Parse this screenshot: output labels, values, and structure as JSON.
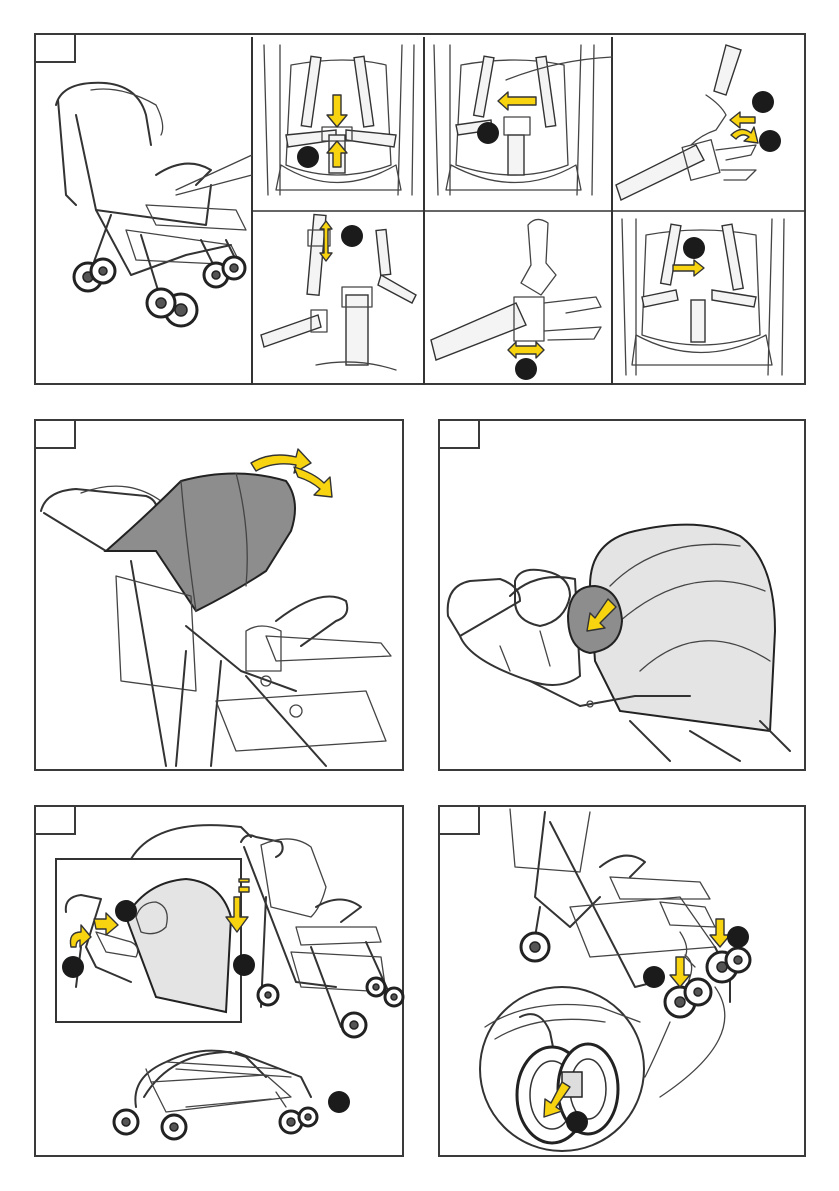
{
  "page": {
    "panels": [
      {
        "id": "harness",
        "step_label": "",
        "description": "harness-adjustment"
      },
      {
        "id": "canopy",
        "step_label": "",
        "description": "canopy-adjust"
      },
      {
        "id": "handle",
        "step_label": "",
        "description": "handle-detail"
      },
      {
        "id": "fold",
        "step_label": "",
        "description": "folding"
      },
      {
        "id": "wheels",
        "step_label": "",
        "description": "front-wheels"
      }
    ]
  },
  "colors": {
    "frame": "#3a3a3a",
    "arrow": "#f7d40f",
    "callout_dot": "#1b1b1b",
    "canopy_fill": "#8d8d8d"
  }
}
